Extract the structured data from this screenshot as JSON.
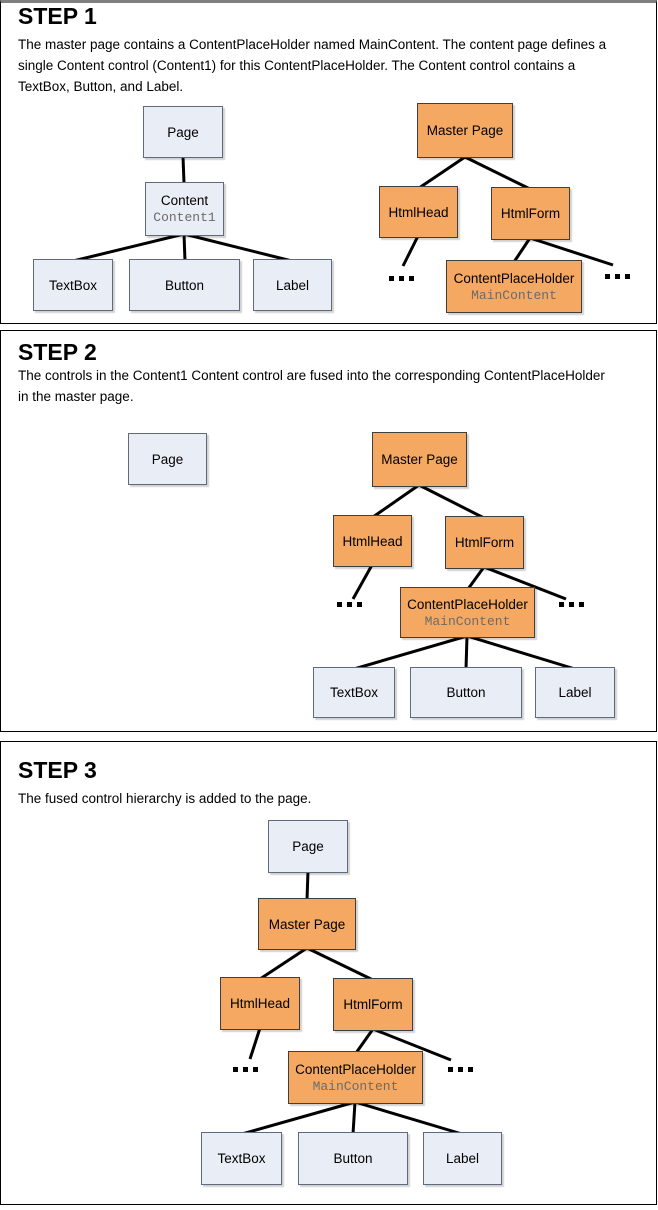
{
  "panels": [
    {
      "step": "STEP 1",
      "description": "The master page contains a ContentPlaceHolder named MainContent. The content page defines a single Content control (Content1) for this ContentPlaceHolder. The Content control contains a TextBox, Button, and Label.",
      "nodes": {
        "page": {
          "label": "Page"
        },
        "content": {
          "label": "Content",
          "name": "Content1"
        },
        "textbox": {
          "label": "TextBox"
        },
        "button": {
          "label": "Button"
        },
        "label": {
          "label": "Label"
        },
        "master": {
          "label": "Master Page"
        },
        "htmlhead": {
          "label": "HtmlHead"
        },
        "htmlform": {
          "label": "HtmlForm"
        },
        "cph": {
          "label": "ContentPlaceHolder",
          "name": "MainContent"
        }
      }
    },
    {
      "step": "STEP 2",
      "description": "The controls in the Content1 Content control are fused into the corresponding ContentPlaceHolder in the master page.",
      "nodes": {
        "page": {
          "label": "Page"
        },
        "master": {
          "label": "Master Page"
        },
        "htmlhead": {
          "label": "HtmlHead"
        },
        "htmlform": {
          "label": "HtmlForm"
        },
        "cph": {
          "label": "ContentPlaceHolder",
          "name": "MainContent"
        },
        "textbox": {
          "label": "TextBox"
        },
        "button": {
          "label": "Button"
        },
        "label": {
          "label": "Label"
        }
      }
    },
    {
      "step": "STEP 3",
      "description": "The fused control hierarchy is added to the page.",
      "nodes": {
        "page": {
          "label": "Page"
        },
        "master": {
          "label": "Master Page"
        },
        "htmlhead": {
          "label": "HtmlHead"
        },
        "htmlform": {
          "label": "HtmlForm"
        },
        "cph": {
          "label": "ContentPlaceHolder",
          "name": "MainContent"
        },
        "textbox": {
          "label": "TextBox"
        },
        "button": {
          "label": "Button"
        },
        "label": {
          "label": "Label"
        }
      }
    }
  ],
  "colors": {
    "content_page_box": "#E8EDF6",
    "master_page_box": "#F5A861",
    "edge": "#000000"
  }
}
